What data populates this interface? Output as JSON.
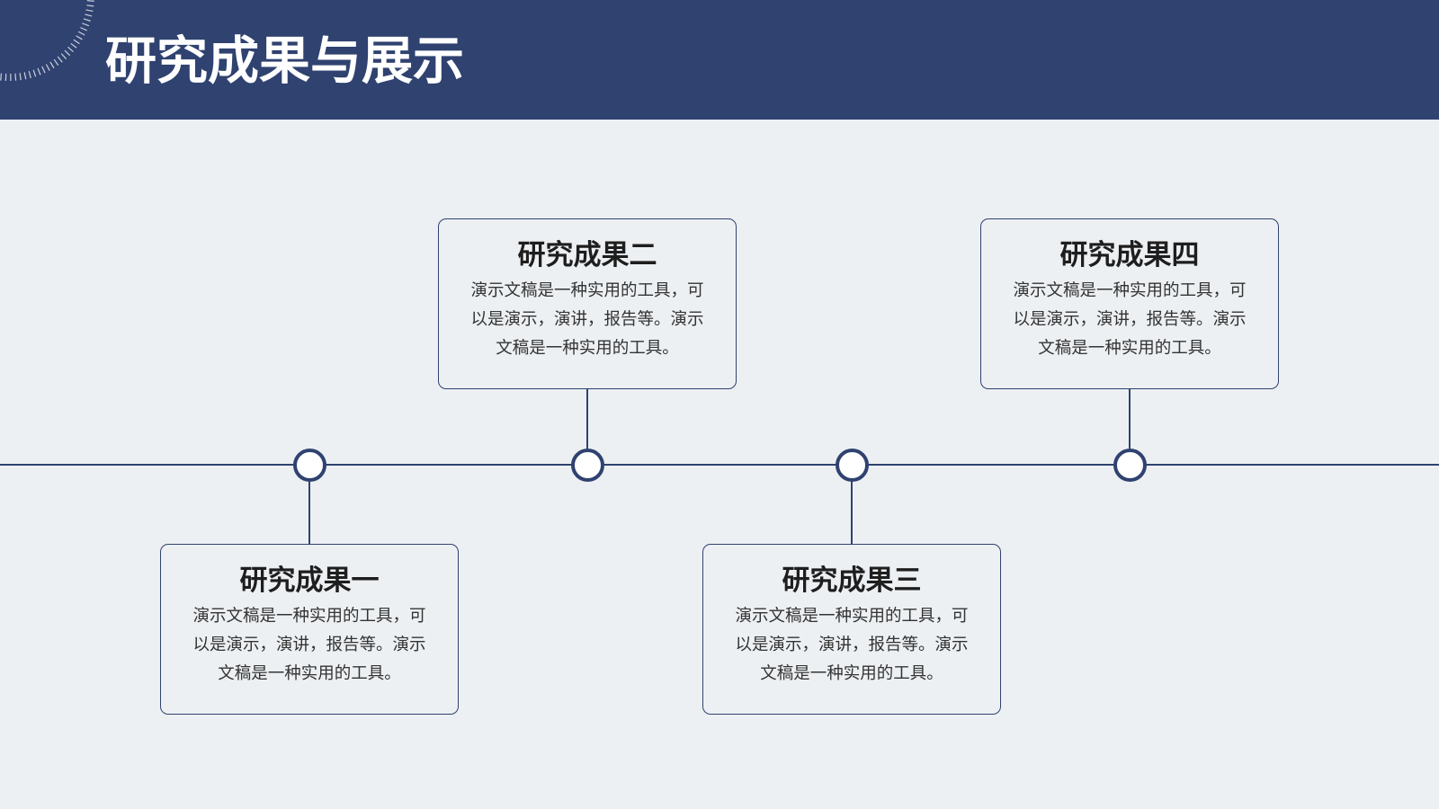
{
  "header": {
    "title": "研究成果与展示"
  },
  "colors": {
    "primary": "#2F4270",
    "page_background": "#EDF0F3",
    "node_fill": "#FFFFFF",
    "title_text": "#FFFFFF",
    "card_title_text": "#1E1E1E",
    "card_body_text": "#333333"
  },
  "timeline": {
    "milestones": [
      {
        "title": "研究成果一",
        "description": "演示文稿是一种实用的工具，可以是演示，演讲，报告等。演示文稿是一种实用的工具。"
      },
      {
        "title": "研究成果二",
        "description": "演示文稿是一种实用的工具，可以是演示，演讲，报告等。演示文稿是一种实用的工具。"
      },
      {
        "title": "研究成果三",
        "description": "演示文稿是一种实用的工具，可以是演示，演讲，报告等。演示文稿是一种实用的工具。"
      },
      {
        "title": "研究成果四",
        "description": "演示文稿是一种实用的工具，可以是演示，演讲，报告等。演示文稿是一种实用的工具。"
      }
    ]
  }
}
